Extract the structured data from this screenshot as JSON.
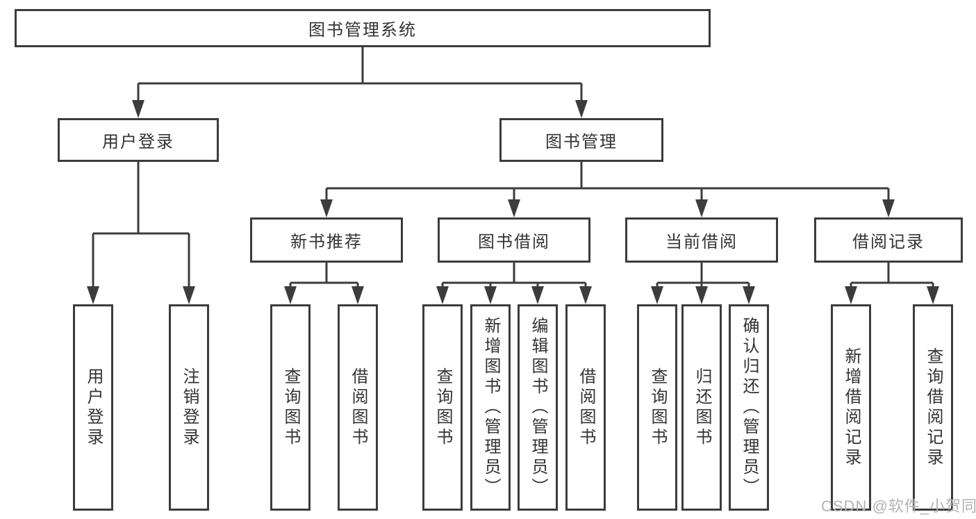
{
  "diagram": {
    "title": "图书管理系统",
    "watermark": "CSDN @软件_小贺同学",
    "colors": {
      "line": "#3c3c3c",
      "text": "#333333",
      "background": "#ffffff",
      "watermark": "#b2b2b2"
    },
    "branches": [
      {
        "label": "用户登录",
        "leaves": [
          "用户登录",
          "注销登录"
        ]
      },
      {
        "label": "图书管理",
        "groups": [
          {
            "label": "新书推荐",
            "leaves": [
              "查询图书",
              "借阅图书"
            ]
          },
          {
            "label": "图书借阅",
            "leaves": [
              "查询图书",
              "新增图书（管理员）",
              "编辑图书（管理员）",
              "借阅图书"
            ]
          },
          {
            "label": "当前借阅",
            "leaves": [
              "查询图书",
              "归还图书",
              "确认归还（管理员）"
            ]
          },
          {
            "label": "借阅记录",
            "leaves": [
              "新增借阅记录",
              "查询借阅记录"
            ]
          }
        ]
      }
    ]
  }
}
